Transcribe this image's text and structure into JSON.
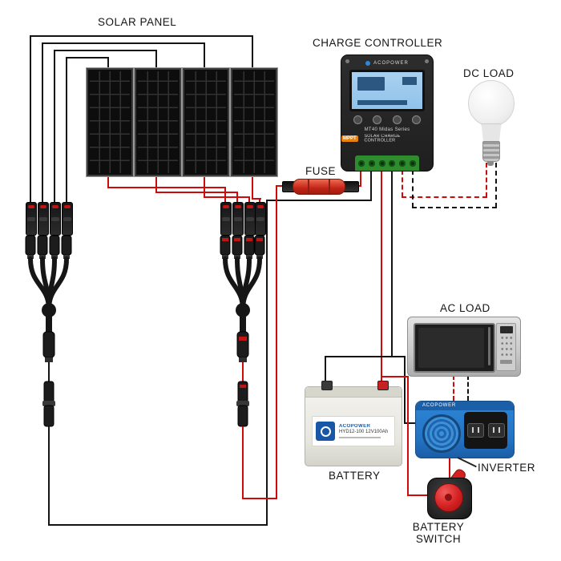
{
  "labels": {
    "solar_panel": "SOLAR PANEL",
    "charge_controller": "CHARGE CONTROLLER",
    "dc_load": "DC LOAD",
    "fuse": "FUSE",
    "ac_load": "AC LOAD",
    "battery": "BATTERY",
    "inverter": "INVERTER",
    "battery_switch_line1": "BATTERY",
    "battery_switch_line2": "SWITCH"
  },
  "charge_controller": {
    "brand": "ACOPOWER",
    "model_line": "MT40 Midas Series",
    "badge": "MPPT",
    "type_line": "SOLAR CHARGE CONTROLLER"
  },
  "battery": {
    "brand": "ACOPOWER",
    "model_line": "HYD12-100 12V100Ah"
  },
  "inverter": {
    "brand": "ACOPOWER"
  },
  "colors": {
    "positive_wire": "#cf0a0a",
    "negative_wire": "#141414",
    "controller_screen": "#8fc3ea",
    "screen_segment": "#1e4a74",
    "terminal_green": "#2e8b2e",
    "mppt_badge_orange": "#e8820c",
    "battery_body": "#e6e5de",
    "battery_label_blue": "#1857a8",
    "inverter_blue": "#2e86d6",
    "inverter_dark": "#1b5fa8",
    "switch_red": "#d42020",
    "microwave_silver": "#c9c9c9",
    "bulb_base_gray": "#9a9a9a"
  }
}
